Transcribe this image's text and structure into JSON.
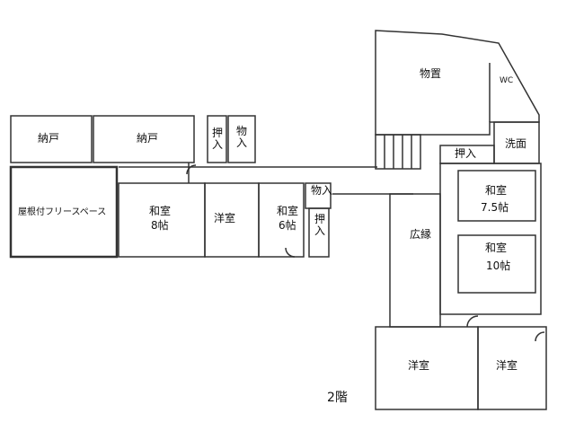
{
  "floor_label": "2階",
  "rooms": {
    "nando_1": "納戸",
    "nando_2": "納戸",
    "oshiire_top": "押入",
    "monoire_top": "物入",
    "yane_free_space": "屋根付フリースペース",
    "washitsu_8": {
      "name": "和室",
      "size": "8帖"
    },
    "youshitsu_1": "洋室",
    "washitsu_6": {
      "name": "和室",
      "size": "6帖"
    },
    "monoire_mid": "物入",
    "oshiire_mid": "押入",
    "monooki": "物置",
    "wc": "WC",
    "senmen": "洗面",
    "oshiire_right": "押入",
    "washitsu_75": {
      "name": "和室",
      "size": "7.5帖"
    },
    "hiroen": "広縁",
    "washitsu_10": {
      "name": "和室",
      "size": "10帖"
    },
    "youshitsu_2": "洋室",
    "youshitsu_3": "洋室"
  },
  "colors": {
    "line": "#333333",
    "text": "#111111"
  }
}
